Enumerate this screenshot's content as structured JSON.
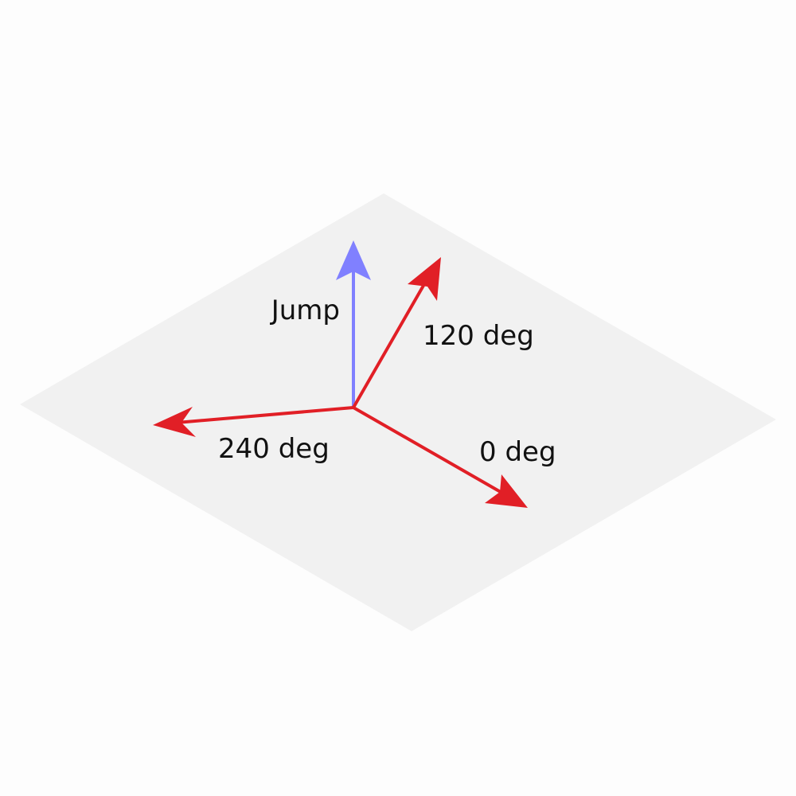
{
  "labels": {
    "jump": "Jump",
    "deg_120": "120 deg",
    "deg_240": "240 deg",
    "deg_0": "0 deg"
  },
  "colors": {
    "background": "#fdfdfd",
    "plane": "#f1f1f1",
    "direction_arrow": "#e11f26",
    "jump_arrow": "#8080ff",
    "text": "#111111"
  }
}
